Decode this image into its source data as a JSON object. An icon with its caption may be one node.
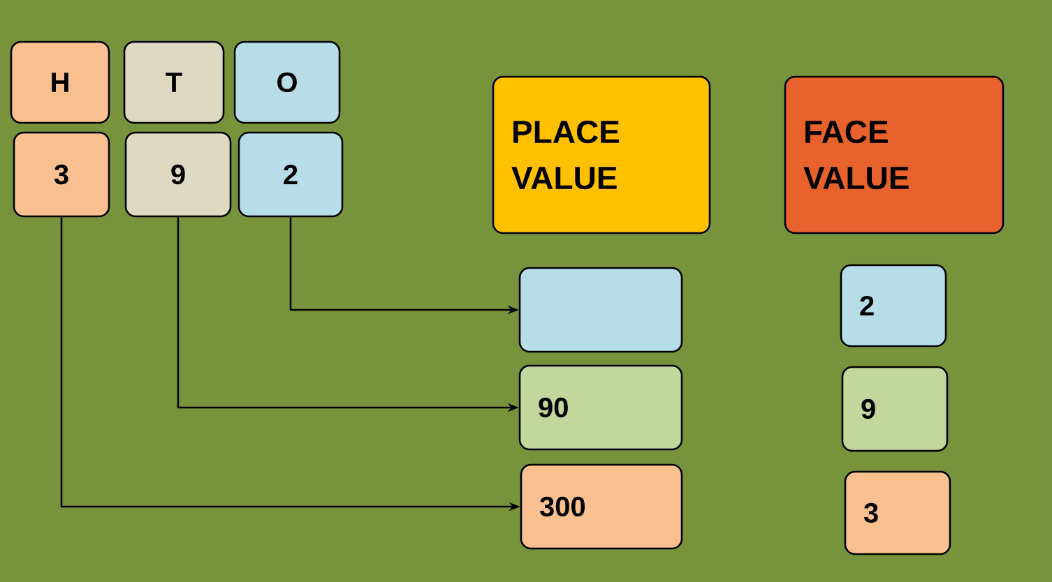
{
  "diagram": {
    "nodes": [
      {
        "text": [
          "H"
        ]
      },
      {
        "text": [
          "T"
        ]
      },
      {
        "text": [
          "O"
        ]
      },
      {
        "text": [
          "3"
        ]
      },
      {
        "text": [
          "9"
        ]
      },
      {
        "text": [
          "2"
        ]
      },
      {
        "text": [
          "PLACE VALUE"
        ]
      },
      {
        "text": [
          "FACE VALUE"
        ]
      },
      {
        "text": [],
        "shape": "box"
      },
      {
        "text": [
          "2"
        ]
      },
      {
        "text": [
          "90"
        ]
      },
      {
        "text": [
          "9"
        ]
      },
      {
        "text": [
          "300"
        ]
      },
      {
        "text": [
          "3"
        ]
      }
    ],
    "edges": [
      {
        "from": 5,
        "to": 8,
        "arrow": "to"
      },
      {
        "from": 4,
        "to": 10,
        "arrow": "to"
      },
      {
        "from": 3,
        "to": 12,
        "arrow": "to"
      }
    ]
  }
}
